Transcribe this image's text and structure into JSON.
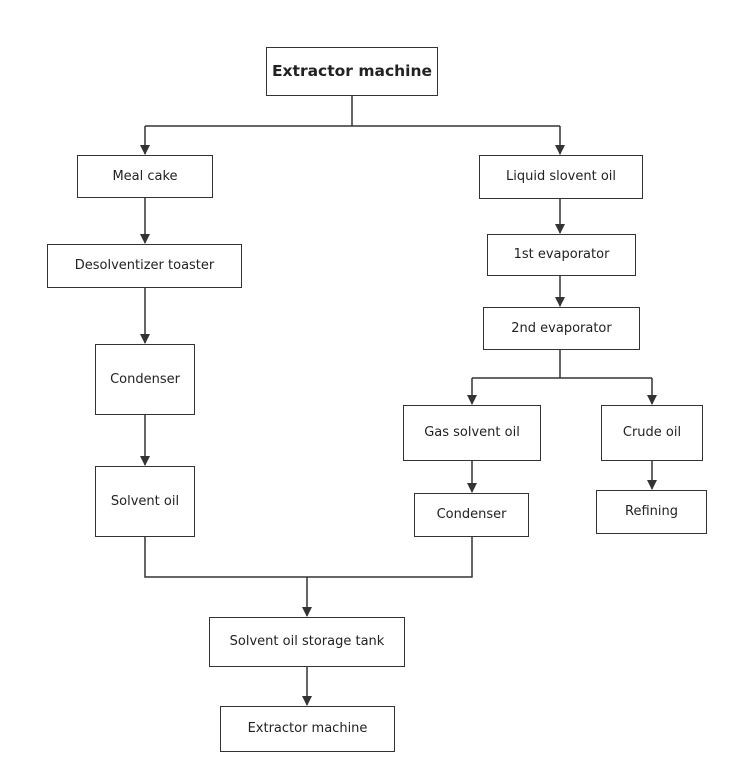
{
  "diagram": {
    "nodes": {
      "extractor_top": "Extractor machine",
      "meal_cake": "Meal cake",
      "desolventizer": "Desolventizer toaster",
      "condenser_left": "Condenser",
      "solvent_oil": "Solvent oil",
      "liquid_solvent_oil": "Liquid slovent oil",
      "evaporator_1": "1st evaporator",
      "evaporator_2": "2nd evaporator",
      "gas_solvent_oil": "Gas solvent oil",
      "condenser_right": "Condenser",
      "crude_oil": "Crude oil",
      "refining": "Refining",
      "storage_tank": "Solvent oil storage tank",
      "extractor_bottom": "Extractor machine"
    },
    "edges": [
      [
        "extractor_top",
        "meal_cake"
      ],
      [
        "extractor_top",
        "liquid_solvent_oil"
      ],
      [
        "meal_cake",
        "desolventizer"
      ],
      [
        "desolventizer",
        "condenser_left"
      ],
      [
        "condenser_left",
        "solvent_oil"
      ],
      [
        "liquid_solvent_oil",
        "evaporator_1"
      ],
      [
        "evaporator_1",
        "evaporator_2"
      ],
      [
        "evaporator_2",
        "gas_solvent_oil"
      ],
      [
        "evaporator_2",
        "crude_oil"
      ],
      [
        "gas_solvent_oil",
        "condenser_right"
      ],
      [
        "crude_oil",
        "refining"
      ],
      [
        "solvent_oil",
        "storage_tank"
      ],
      [
        "condenser_right",
        "storage_tank"
      ],
      [
        "storage_tank",
        "extractor_bottom"
      ]
    ]
  }
}
